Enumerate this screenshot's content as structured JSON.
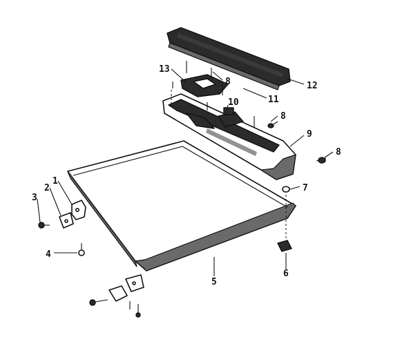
{
  "parts": {
    "p1": "1",
    "p2": "2",
    "p3": "3",
    "p4": "4",
    "p5": "5",
    "p6": "6",
    "p7": "7",
    "p8a": "8",
    "p8b": "8",
    "p8c": "8",
    "p9": "9",
    "p10": "10",
    "p11": "11",
    "p12": "12",
    "p13": "13"
  }
}
